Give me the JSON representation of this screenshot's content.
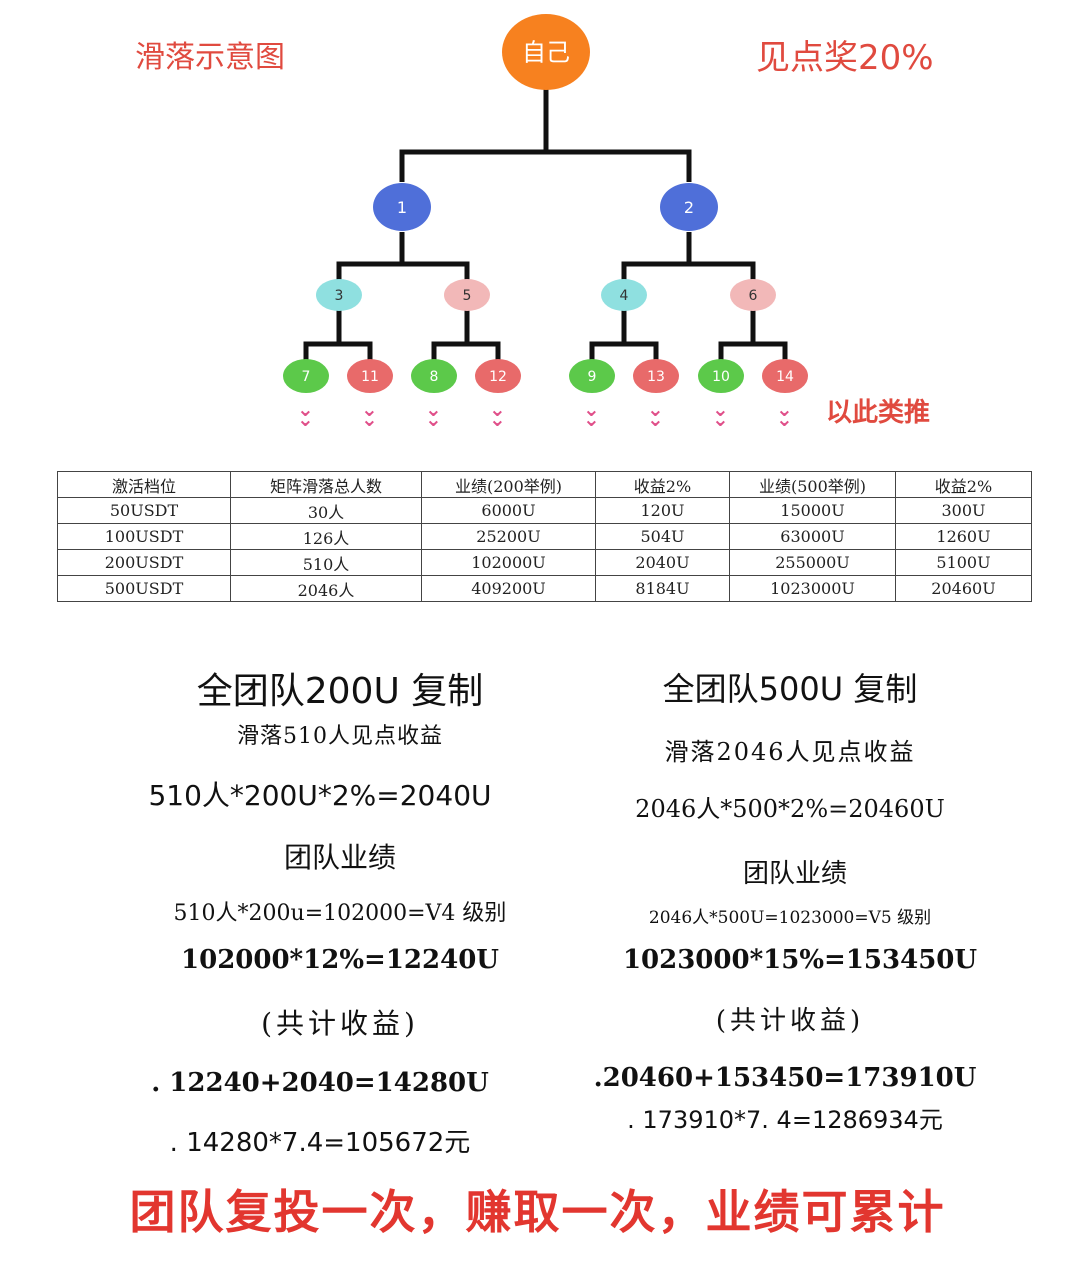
{
  "header": {
    "left_title": "滑落示意图",
    "right_title": "见点奖20%",
    "root_label": "自己",
    "etc_label": "以此类推"
  },
  "colors": {
    "accent_red": "#e04a3f",
    "root": "#f7811f",
    "level1": "#4f6fd9",
    "level2_cyan": "#8fe0e0",
    "level2_pink": "#f2b8b8",
    "level3_green": "#5cc94a",
    "level3_red": "#e86a6a",
    "chevron": "#e0508a"
  },
  "tree": {
    "level1": [
      "1",
      "2"
    ],
    "level2": [
      "3",
      "5",
      "4",
      "6"
    ],
    "level3": [
      "7",
      "11",
      "8",
      "12",
      "9",
      "13",
      "10",
      "14"
    ]
  },
  "table": {
    "headers": [
      "激活档位",
      "矩阵滑落总人数",
      "业绩(200举例)",
      "收益2%",
      "业绩(500举例)",
      "收益2%"
    ],
    "rows": [
      [
        "50USDT",
        "30人",
        "6000U",
        "120U",
        "15000U",
        "300U"
      ],
      [
        "100USDT",
        "126人",
        "25200U",
        "504U",
        "63000U",
        "1260U"
      ],
      [
        "200USDT",
        "510人",
        "102000U",
        "2040U",
        "255000U",
        "5100U"
      ],
      [
        "500USDT",
        "2046人",
        "409200U",
        "8184U",
        "1023000U",
        "20460U"
      ]
    ]
  },
  "left_calc": {
    "title": "全团队200U 复制",
    "sub": "滑落510人见点收益",
    "formula1": "510人*200U*2%=2040U",
    "team_title": "团队业绩",
    "formula2": "510人*200u=102000=V4 级别",
    "formula3": "102000*12%=12240U",
    "total_label": "(共计收益)",
    "formula4": ". 12240+2040=14280U",
    "formula5": ". 14280*7.4=105672元"
  },
  "right_calc": {
    "title": "全团队500U 复制",
    "sub": "滑落2046人见点收益",
    "formula1": "2046人*500*2%=20460U",
    "team_title": "团队业绩",
    "formula2": "2046人*500U=1023000=V5    级别",
    "formula3": "1023000*15%=153450U",
    "total_label": "(共计收益)",
    "formula4": ".20460+153450=173910U",
    "formula5": ". 173910*7. 4=1286934元"
  },
  "slogan": "团队复投一次，赚取一次，业绩可累计"
}
